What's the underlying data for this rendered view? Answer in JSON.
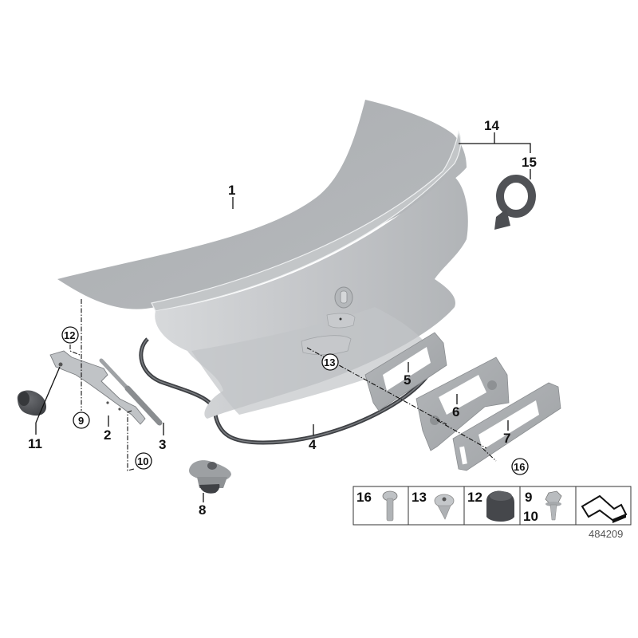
{
  "diagram": {
    "type": "exploded-parts-diagram",
    "subject": "Trunk lid (boot lid) assembly",
    "colors": {
      "background": "#ffffff",
      "panel_light": "#c9cbcd",
      "panel_mid": "#aeb1b4",
      "panel_dark": "#9a9da0",
      "rubber": "#4a4c50",
      "metal": "#b9bcbf",
      "ink": "#111111"
    },
    "parts": [
      {
        "num": "1",
        "name": "trunk-lid",
        "circled": false
      },
      {
        "num": "2",
        "name": "trunk-lid-hinge",
        "circled": false
      },
      {
        "num": "3",
        "name": "gas-spring-strut",
        "circled": false
      },
      {
        "num": "4",
        "name": "trunk-seal-gasket",
        "circled": false
      },
      {
        "num": "5",
        "name": "license-plate-bracket-inner",
        "circled": false
      },
      {
        "num": "6",
        "name": "license-plate-base",
        "circled": false
      },
      {
        "num": "7",
        "name": "license-plate-holder",
        "circled": false
      },
      {
        "num": "8",
        "name": "rubber-buffer-mount",
        "circled": false
      },
      {
        "num": "9",
        "name": "hex-bolt",
        "circled": true
      },
      {
        "num": "10",
        "name": "hex-bolt",
        "circled": true
      },
      {
        "num": "11",
        "name": "rubber-stop",
        "circled": false
      },
      {
        "num": "12",
        "name": "rubber-cap",
        "circled": true
      },
      {
        "num": "13",
        "name": "expanding-rivet",
        "circled": true
      },
      {
        "num": "14",
        "name": "spoiler-set",
        "circled": false
      },
      {
        "num": "15",
        "name": "adhesive-tape",
        "circled": false
      },
      {
        "num": "16",
        "name": "torx-screw",
        "circled": true
      }
    ],
    "legend": {
      "cells": [
        {
          "nums": [
            "16"
          ],
          "icon": "torx-screw-icon"
        },
        {
          "nums": [
            "13"
          ],
          "icon": "expanding-rivet-icon"
        },
        {
          "nums": [
            "12"
          ],
          "icon": "rubber-cap-icon"
        },
        {
          "nums": [
            "9",
            "10"
          ],
          "icon": "hex-bolt-icon"
        },
        {
          "nums": [],
          "icon": "direction-arrow-icon"
        }
      ]
    },
    "image_code": "484209"
  }
}
